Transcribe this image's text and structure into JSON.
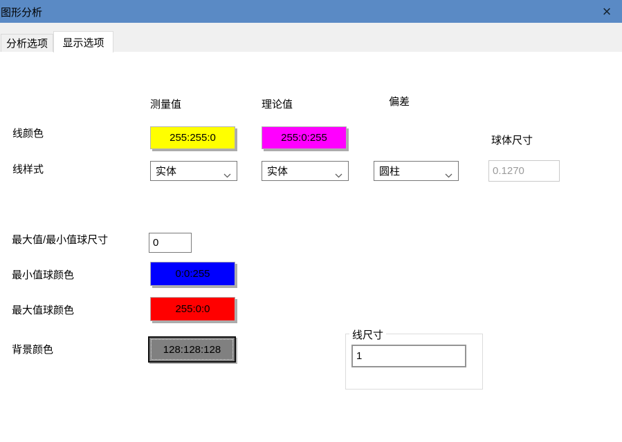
{
  "window": {
    "title": "图形分析",
    "close_icon": "×",
    "titlebar_color": "#5a8ac5"
  },
  "tabs": {
    "analysis": "分析选项",
    "display": "显示选项"
  },
  "columns": {
    "measured": "测量值",
    "theoretical": "理论值",
    "deviation": "偏差"
  },
  "labels": {
    "line_color": "线颜色",
    "line_style": "线样式",
    "sphere_size": "球体尺寸",
    "minmax_sphere_size": "最大值/最小值球尺寸",
    "min_sphere_color": "最小值球颜色",
    "max_sphere_color": "最大值球颜色",
    "background_color": "背景颜色",
    "line_size_group": "线尺寸"
  },
  "color_buttons": {
    "measured_line": {
      "label": "255:255:0",
      "color": "#ffff00"
    },
    "theoretical_line": {
      "label": "255:0:255",
      "color": "#ff00ff"
    },
    "min_sphere": {
      "label": "0:0:255",
      "color": "#0000ff"
    },
    "max_sphere": {
      "label": "255:0:0",
      "color": "#ff0000"
    },
    "background": {
      "label": "128:128:128",
      "color": "#808080"
    }
  },
  "dropdowns": {
    "measured_line_style": "实体",
    "theoretical_line_style": "实体",
    "deviation_style": "圆柱"
  },
  "inputs": {
    "sphere_size": "0.1270",
    "minmax_sphere_size": "0",
    "line_size": "1"
  }
}
